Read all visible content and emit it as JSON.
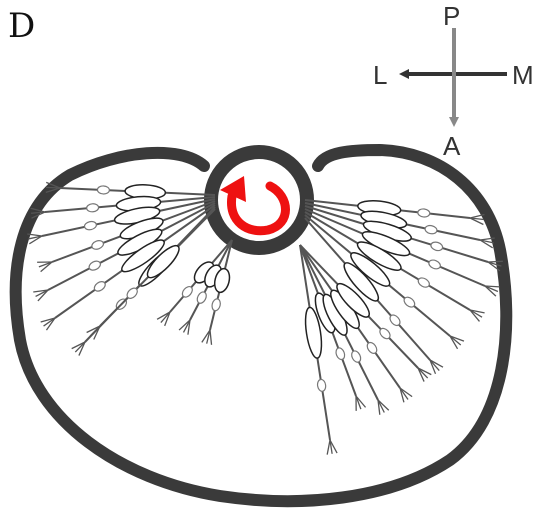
{
  "panel": {
    "letter": "D"
  },
  "compass": {
    "top": "P",
    "bottom": "A",
    "left": "L",
    "right": "M",
    "horizontal_color": "#333333",
    "vertical_color": "#888888"
  },
  "colors": {
    "outline": "#3a3a3a",
    "fiber": "#555555",
    "rotation_arrow": "#ee1111",
    "background": "#ffffff"
  },
  "icons": {
    "center": "rotation-arrow-icon"
  }
}
